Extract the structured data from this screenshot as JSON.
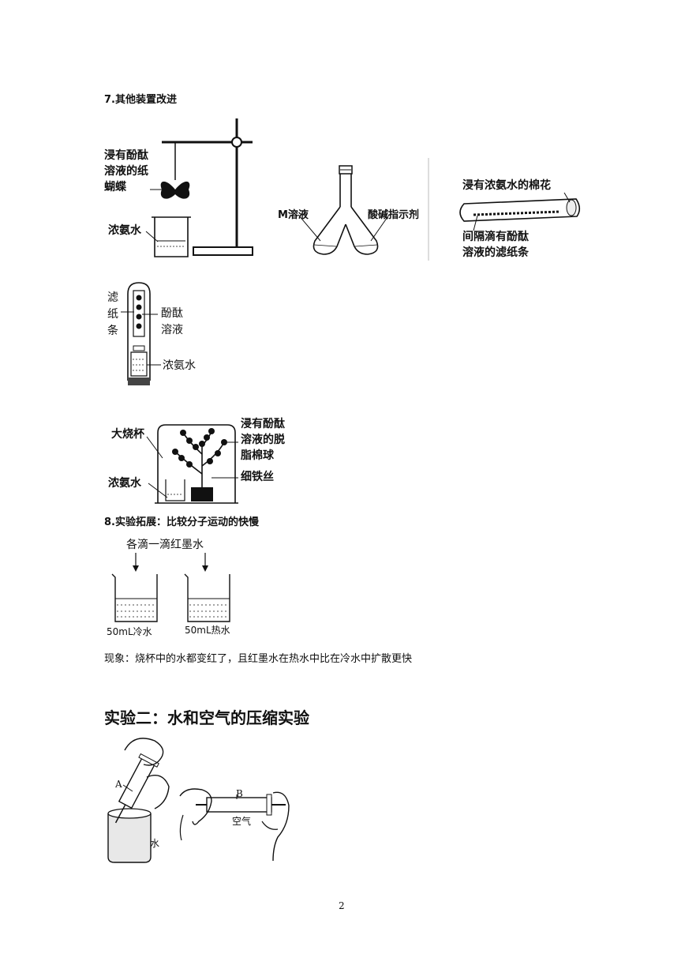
{
  "section7": {
    "title": "7.其他装置改进",
    "fig1": {
      "butterfly_line1": "浸有酚酞",
      "butterfly_line2": "溶液的纸",
      "butterfly_line3": "蝴蝶",
      "ammonia": "浓氨水"
    },
    "fig2": {
      "m_solution": "M溶液",
      "indicator": "酸碱指示剂"
    },
    "fig3": {
      "cotton": "浸有浓氨水的棉花",
      "strip_line1": "间隔滴有酚酞",
      "strip_line2": "溶液的滤纸条"
    },
    "fig4": {
      "strip_char1": "滤",
      "strip_char2": "纸",
      "strip_char3": "条",
      "phenol_line1": "酚酞",
      "phenol_line2": "溶液",
      "ammonia": "浓氨水"
    },
    "fig5": {
      "beaker": "大烧杯",
      "cotton_line1": "浸有酚酞",
      "cotton_line2": "溶液的脱",
      "cotton_line3": "脂棉球",
      "wire": "细铁丝",
      "ammonia": "浓氨水"
    }
  },
  "section8": {
    "title": "8.实验拓展：比较分子运动的快慢",
    "drop_label": "各滴一滴红墨水",
    "cold": "50mL冷水",
    "hot": "50mL热水",
    "phenomenon": "现象：烧杯中的水都变红了，且红墨水在热水中比在冷水中扩散更快"
  },
  "experiment2": {
    "title": "实验二：水和空气的压缩实验",
    "label_a": "A",
    "label_water": "水",
    "label_b": "B",
    "label_air": "空气"
  },
  "page_number": "2"
}
